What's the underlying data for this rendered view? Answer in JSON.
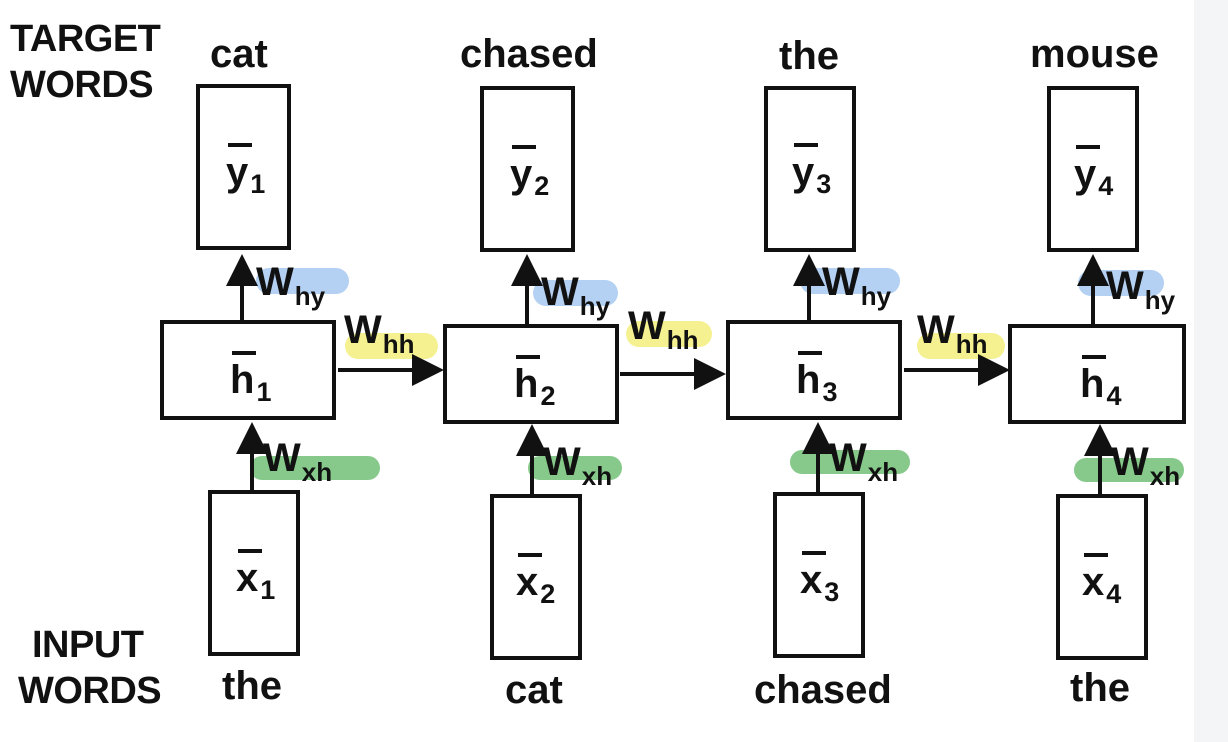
{
  "side_labels": {
    "target_line1": "TARGET",
    "target_line2": "WORDS",
    "input_line1": "INPUT",
    "input_line2": "WORDS"
  },
  "target_words": [
    "cat",
    "chased",
    "the",
    "mouse"
  ],
  "input_words": [
    "the",
    "cat",
    "chased",
    "the"
  ],
  "outputs": [
    {
      "symbol": "y",
      "index": "1"
    },
    {
      "symbol": "y",
      "index": "2"
    },
    {
      "symbol": "y",
      "index": "3"
    },
    {
      "symbol": "y",
      "index": "4"
    }
  ],
  "hidden": [
    {
      "symbol": "h",
      "index": "1"
    },
    {
      "symbol": "h",
      "index": "2"
    },
    {
      "symbol": "h",
      "index": "3"
    },
    {
      "symbol": "h",
      "index": "4"
    }
  ],
  "inputs": [
    {
      "symbol": "x",
      "index": "1"
    },
    {
      "symbol": "x",
      "index": "2"
    },
    {
      "symbol": "x",
      "index": "3"
    },
    {
      "symbol": "x",
      "index": "4"
    }
  ],
  "weights": {
    "w": "W",
    "hy": "hy",
    "hh": "hh",
    "xh": "xh"
  },
  "colors": {
    "hy_highlight": "#b4d0f2",
    "hh_highlight": "#f5f190",
    "xh_highlight": "#86c98a"
  }
}
